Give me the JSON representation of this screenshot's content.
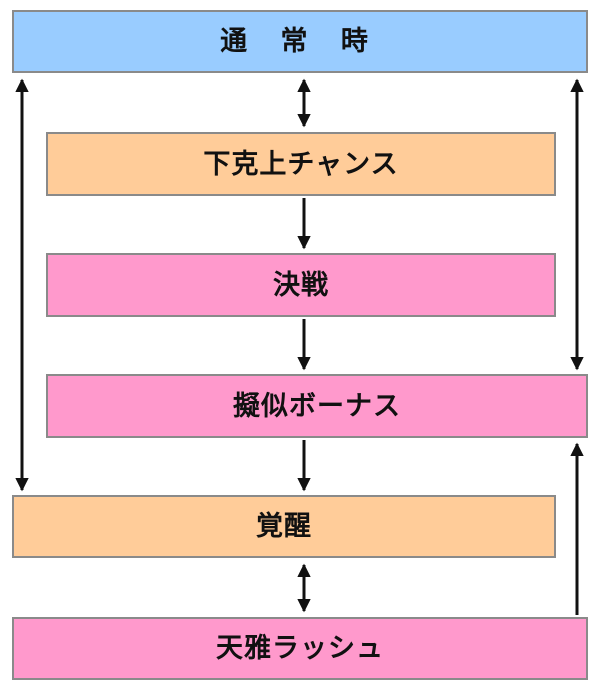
{
  "colors": {
    "normal": "#99ccff",
    "chance": "#ffcc99",
    "battle": "#ff99cc",
    "pseudo_bonus": "#ff99cc",
    "awakening": "#ffcc99",
    "rush": "#ff99cc",
    "border": "#8a8a8a",
    "arrow": "#111111"
  },
  "nodes": {
    "normal": "通 常 時",
    "chance": "下克上チャンス",
    "battle": "決戦",
    "pseudo_bonus": "擬似ボーナス",
    "awakening": "覚醒",
    "rush": "天雅ラッシュ"
  }
}
